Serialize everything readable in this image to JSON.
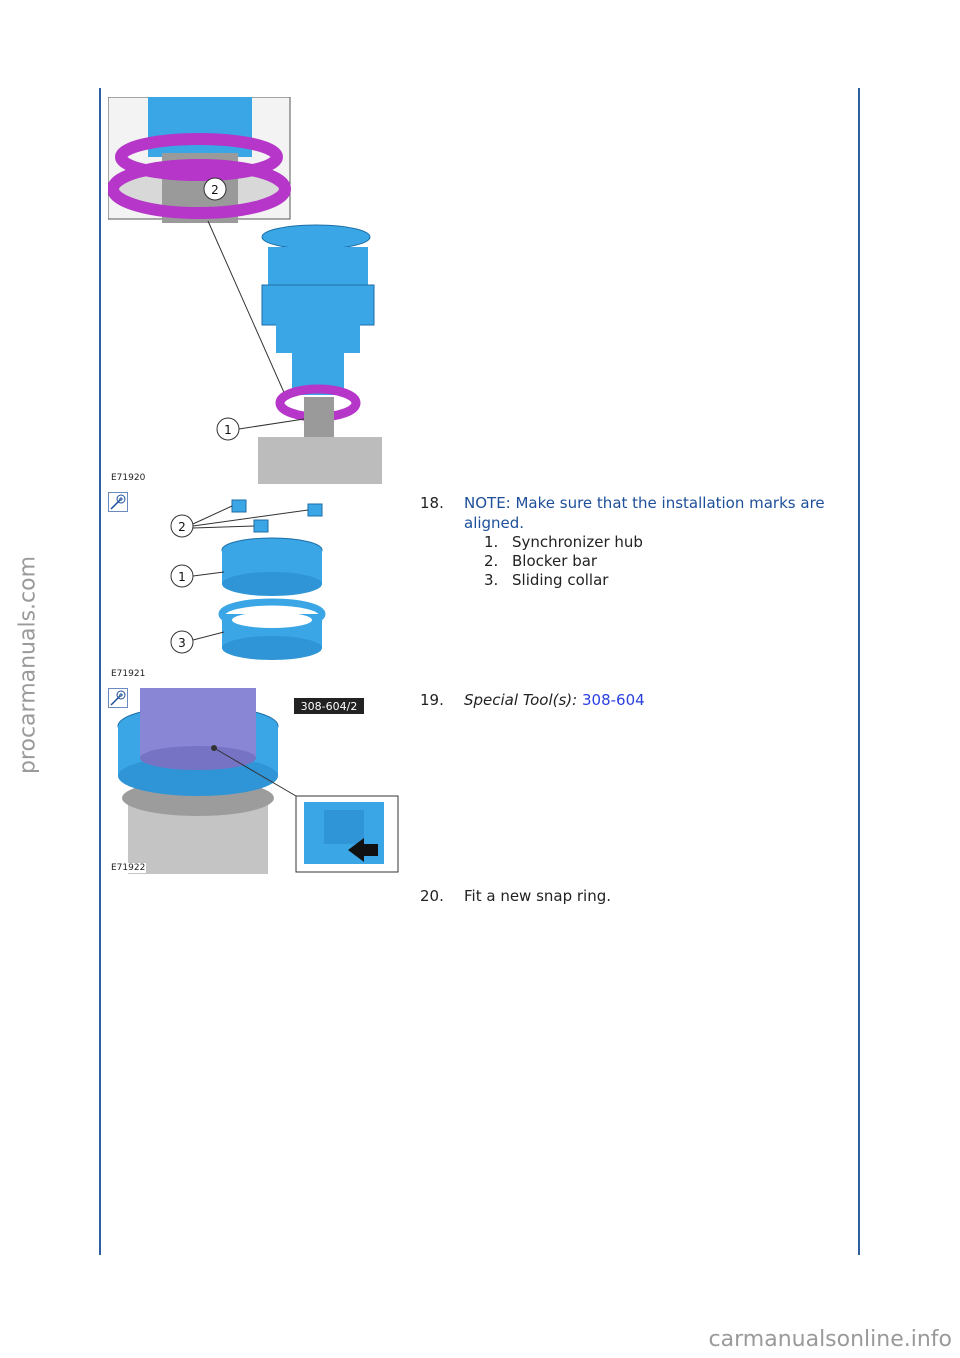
{
  "watermarks": {
    "side": "procarmanuals.com",
    "bottom": "carmanualsonline.info"
  },
  "figures": {
    "fig1": {
      "code": "E71920",
      "callouts": [
        "2",
        "1"
      ]
    },
    "fig2": {
      "code": "E71921",
      "callouts": [
        "2",
        "1",
        "3"
      ]
    },
    "fig3": {
      "code": "E71922",
      "tool_tag": "308-604/2"
    }
  },
  "steps": [
    {
      "number": "18.",
      "note": "NOTE: Make sure that the installation marks are aligned.",
      "items": [
        {
          "n": "1.",
          "text": "Synchronizer hub"
        },
        {
          "n": "2.",
          "text": "Blocker bar"
        },
        {
          "n": "3.",
          "text": "Sliding collar"
        }
      ]
    },
    {
      "number": "19.",
      "tool_label": "Special Tool(s):",
      "tool_code": "308-604"
    },
    {
      "number": "20.",
      "text": "Fit a new snap ring."
    }
  ],
  "colors": {
    "rule": "#2e5f9e",
    "note": "#1d4f9a",
    "link": "#2a3fe0",
    "part": "#3aa6e6",
    "ring": "#b536c8"
  }
}
